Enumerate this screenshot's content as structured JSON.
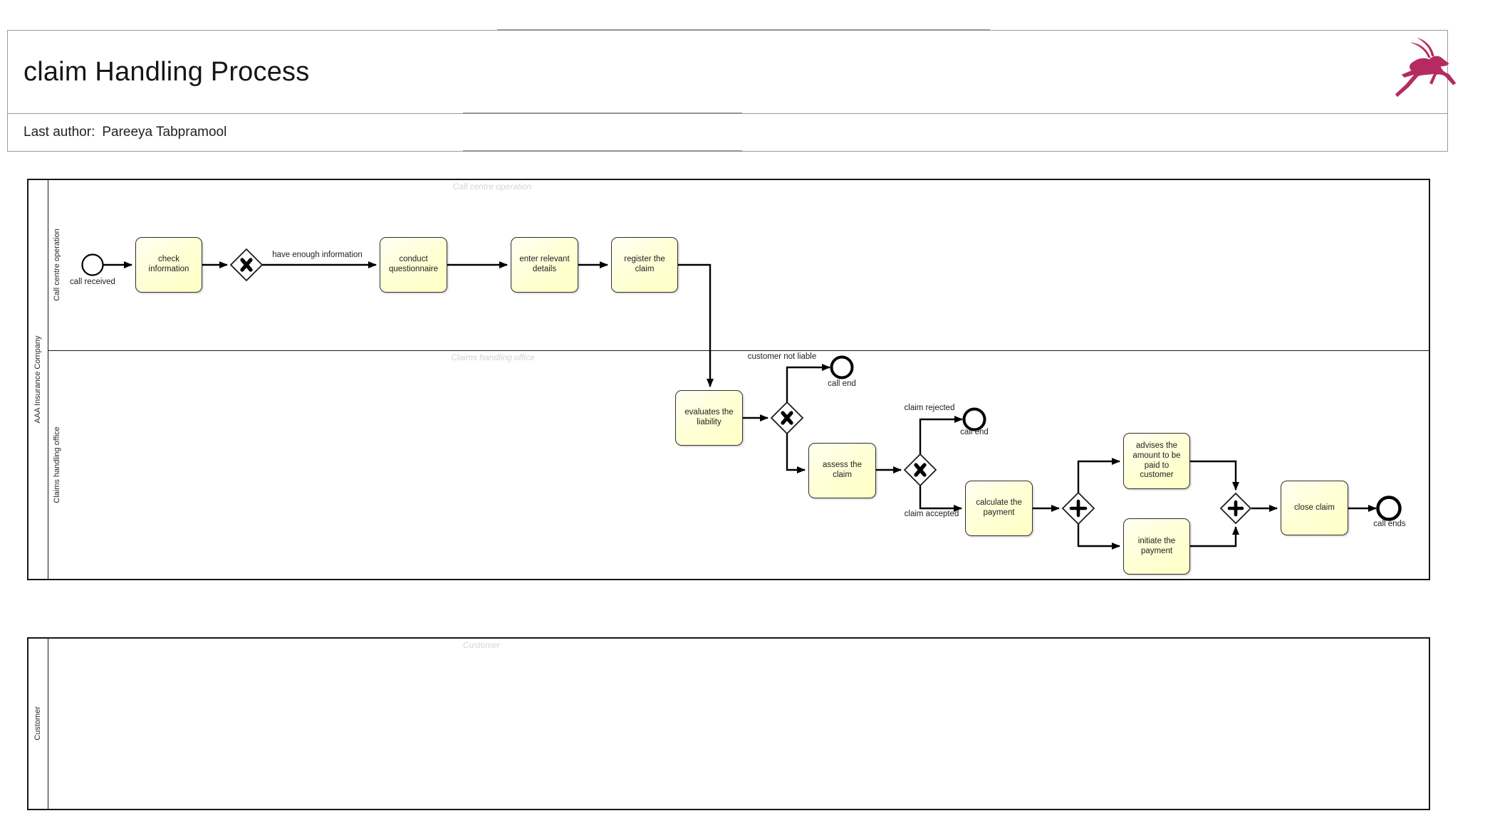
{
  "header": {
    "title": "claim Handling Process",
    "last_author_label": "Last author:",
    "last_author_value": "Pareeya Tabpramool",
    "logo": {
      "icon": "leaping-gazelle",
      "color": "#b62a62"
    }
  },
  "diagram": {
    "pools": [
      {
        "label": "AAA Insurance Company",
        "lanes": [
          {
            "label": "Call centre operation",
            "watermark": "Call centre operation"
          },
          {
            "label": "Claims handling office",
            "watermark": "Claims handling office"
          }
        ]
      },
      {
        "label": "Customer",
        "lanes": [
          {
            "label": "Customer",
            "watermark": "Customer"
          }
        ]
      }
    ],
    "events": [
      {
        "id": "start",
        "type": "start-event",
        "label": "call received"
      },
      {
        "id": "end-1",
        "type": "end-event",
        "label": "call end"
      },
      {
        "id": "end-2",
        "type": "end-event",
        "label": "call end"
      },
      {
        "id": "end-3",
        "type": "end-event",
        "label": "call ends"
      }
    ],
    "tasks": [
      {
        "label": "check information"
      },
      {
        "label": "conduct questionnaire"
      },
      {
        "label": "enter relevant details"
      },
      {
        "label": "register the claim"
      },
      {
        "label": "evaluates the liability"
      },
      {
        "label": "assess the claim"
      },
      {
        "label": "calculate the payment"
      },
      {
        "label": "advises the amount to be paid to customer"
      },
      {
        "label": "initiate the payment"
      },
      {
        "label": "close claim"
      }
    ],
    "gateways": [
      {
        "type": "exclusive"
      },
      {
        "type": "exclusive"
      },
      {
        "type": "exclusive"
      },
      {
        "type": "parallel"
      },
      {
        "type": "parallel"
      }
    ],
    "flow_labels": [
      {
        "label": "have enough information"
      },
      {
        "label": "customer not liable"
      },
      {
        "label": "claim rejected"
      },
      {
        "label": "claim accepted"
      }
    ],
    "colors": {
      "task_fill": "#ffffc9",
      "line": "#000000",
      "watermark": "#d4d4d8",
      "logo": "#b62a62"
    }
  }
}
